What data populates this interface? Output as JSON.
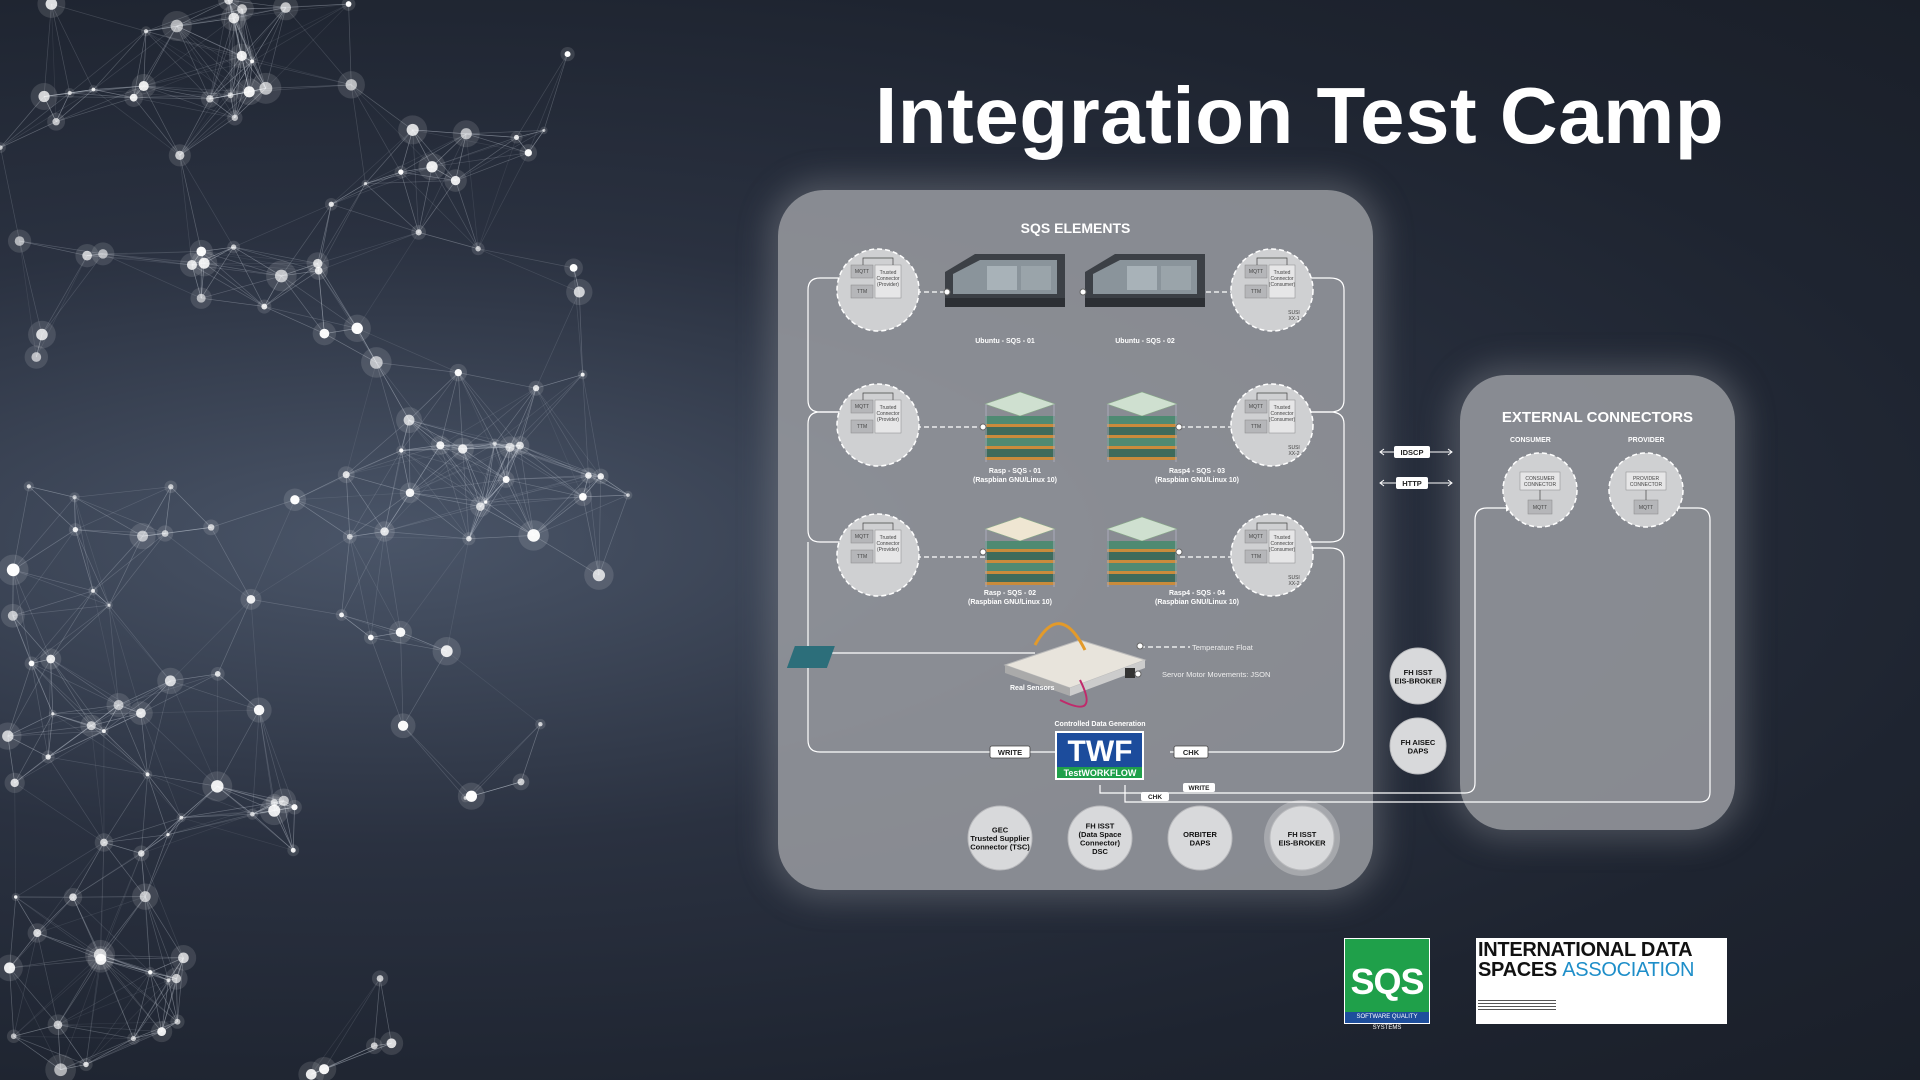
{
  "title": "Integration Test Camp",
  "panels": {
    "sqs": {
      "title": "SQS ELEMENTS"
    },
    "external": {
      "title": "EXTERNAL CONNECTORS",
      "consumer_label": "CONSUMER",
      "provider_label": "PROVIDER"
    }
  },
  "servers": [
    {
      "label": "Ubuntu - SQS - 01"
    },
    {
      "label": "Ubuntu - SQS - 02"
    }
  ],
  "raspberries": [
    {
      "line1": "Rasp - SQS - 01",
      "line2": "(Raspbian GNU/Linux 10)"
    },
    {
      "line1": "Rasp4 - SQS - 03",
      "line2": "(Raspbian GNU/Linux 10)"
    },
    {
      "line1": "Rasp - SQS - 02",
      "line2": "(Raspbian GNU/Linux 10)"
    },
    {
      "line1": "Rasp4 - SQS - 04",
      "line2": "(Raspbian GNU/Linux 10)"
    }
  ],
  "connector": {
    "mqtt": "MQTT",
    "ttm": "TTM",
    "provider_text": [
      "Trusted",
      "Connector",
      "(Provider)"
    ],
    "consumer_text": [
      "Trusted",
      "Connector",
      "(Consumer)"
    ],
    "sub_labels": [
      "SUSI",
      "XX-1",
      "SUSI",
      "XX-2",
      "SUSI",
      "XX-2"
    ]
  },
  "protocols": {
    "idscp": "IDSCP",
    "http": "HTTP"
  },
  "sensors": {
    "label": "Real Sensors",
    "temperature": "Temperature Float",
    "servo": "Servor Motor Movements: JSON"
  },
  "twf": {
    "caption": "Controlled Data Generation",
    "logo": "TWF",
    "logo_sub": "TestWORKFLOW",
    "write": "WRITE",
    "chk": "CHK"
  },
  "bottom_nodes": [
    [
      "GEC",
      "Trusted Supplier",
      "Connector (TSC)"
    ],
    [
      "FH ISST",
      "(Data Space",
      "Connector)",
      "DSC"
    ],
    [
      "ORBITER",
      "DAPS"
    ],
    [
      "FH ISST",
      "EIS-BROKER"
    ]
  ],
  "side_nodes": [
    [
      "FH ISST",
      "EIS-BROKER"
    ],
    [
      "FH AISEC",
      "DAPS"
    ]
  ],
  "ext_connectors": {
    "consumer": [
      "CONSUMER",
      "CONNECTOR"
    ],
    "provider": [
      "PROVIDER",
      "CONNECTOR"
    ],
    "mqtt": "MQTT"
  },
  "logos": {
    "sqs": {
      "mark": "SQS",
      "sub": "SOFTWARE QUALITY SYSTEMS"
    },
    "ids": {
      "line1": "INTERNATIONAL DATA",
      "line2a": "SPACES",
      "line2b": "ASSOCIATION"
    }
  }
}
